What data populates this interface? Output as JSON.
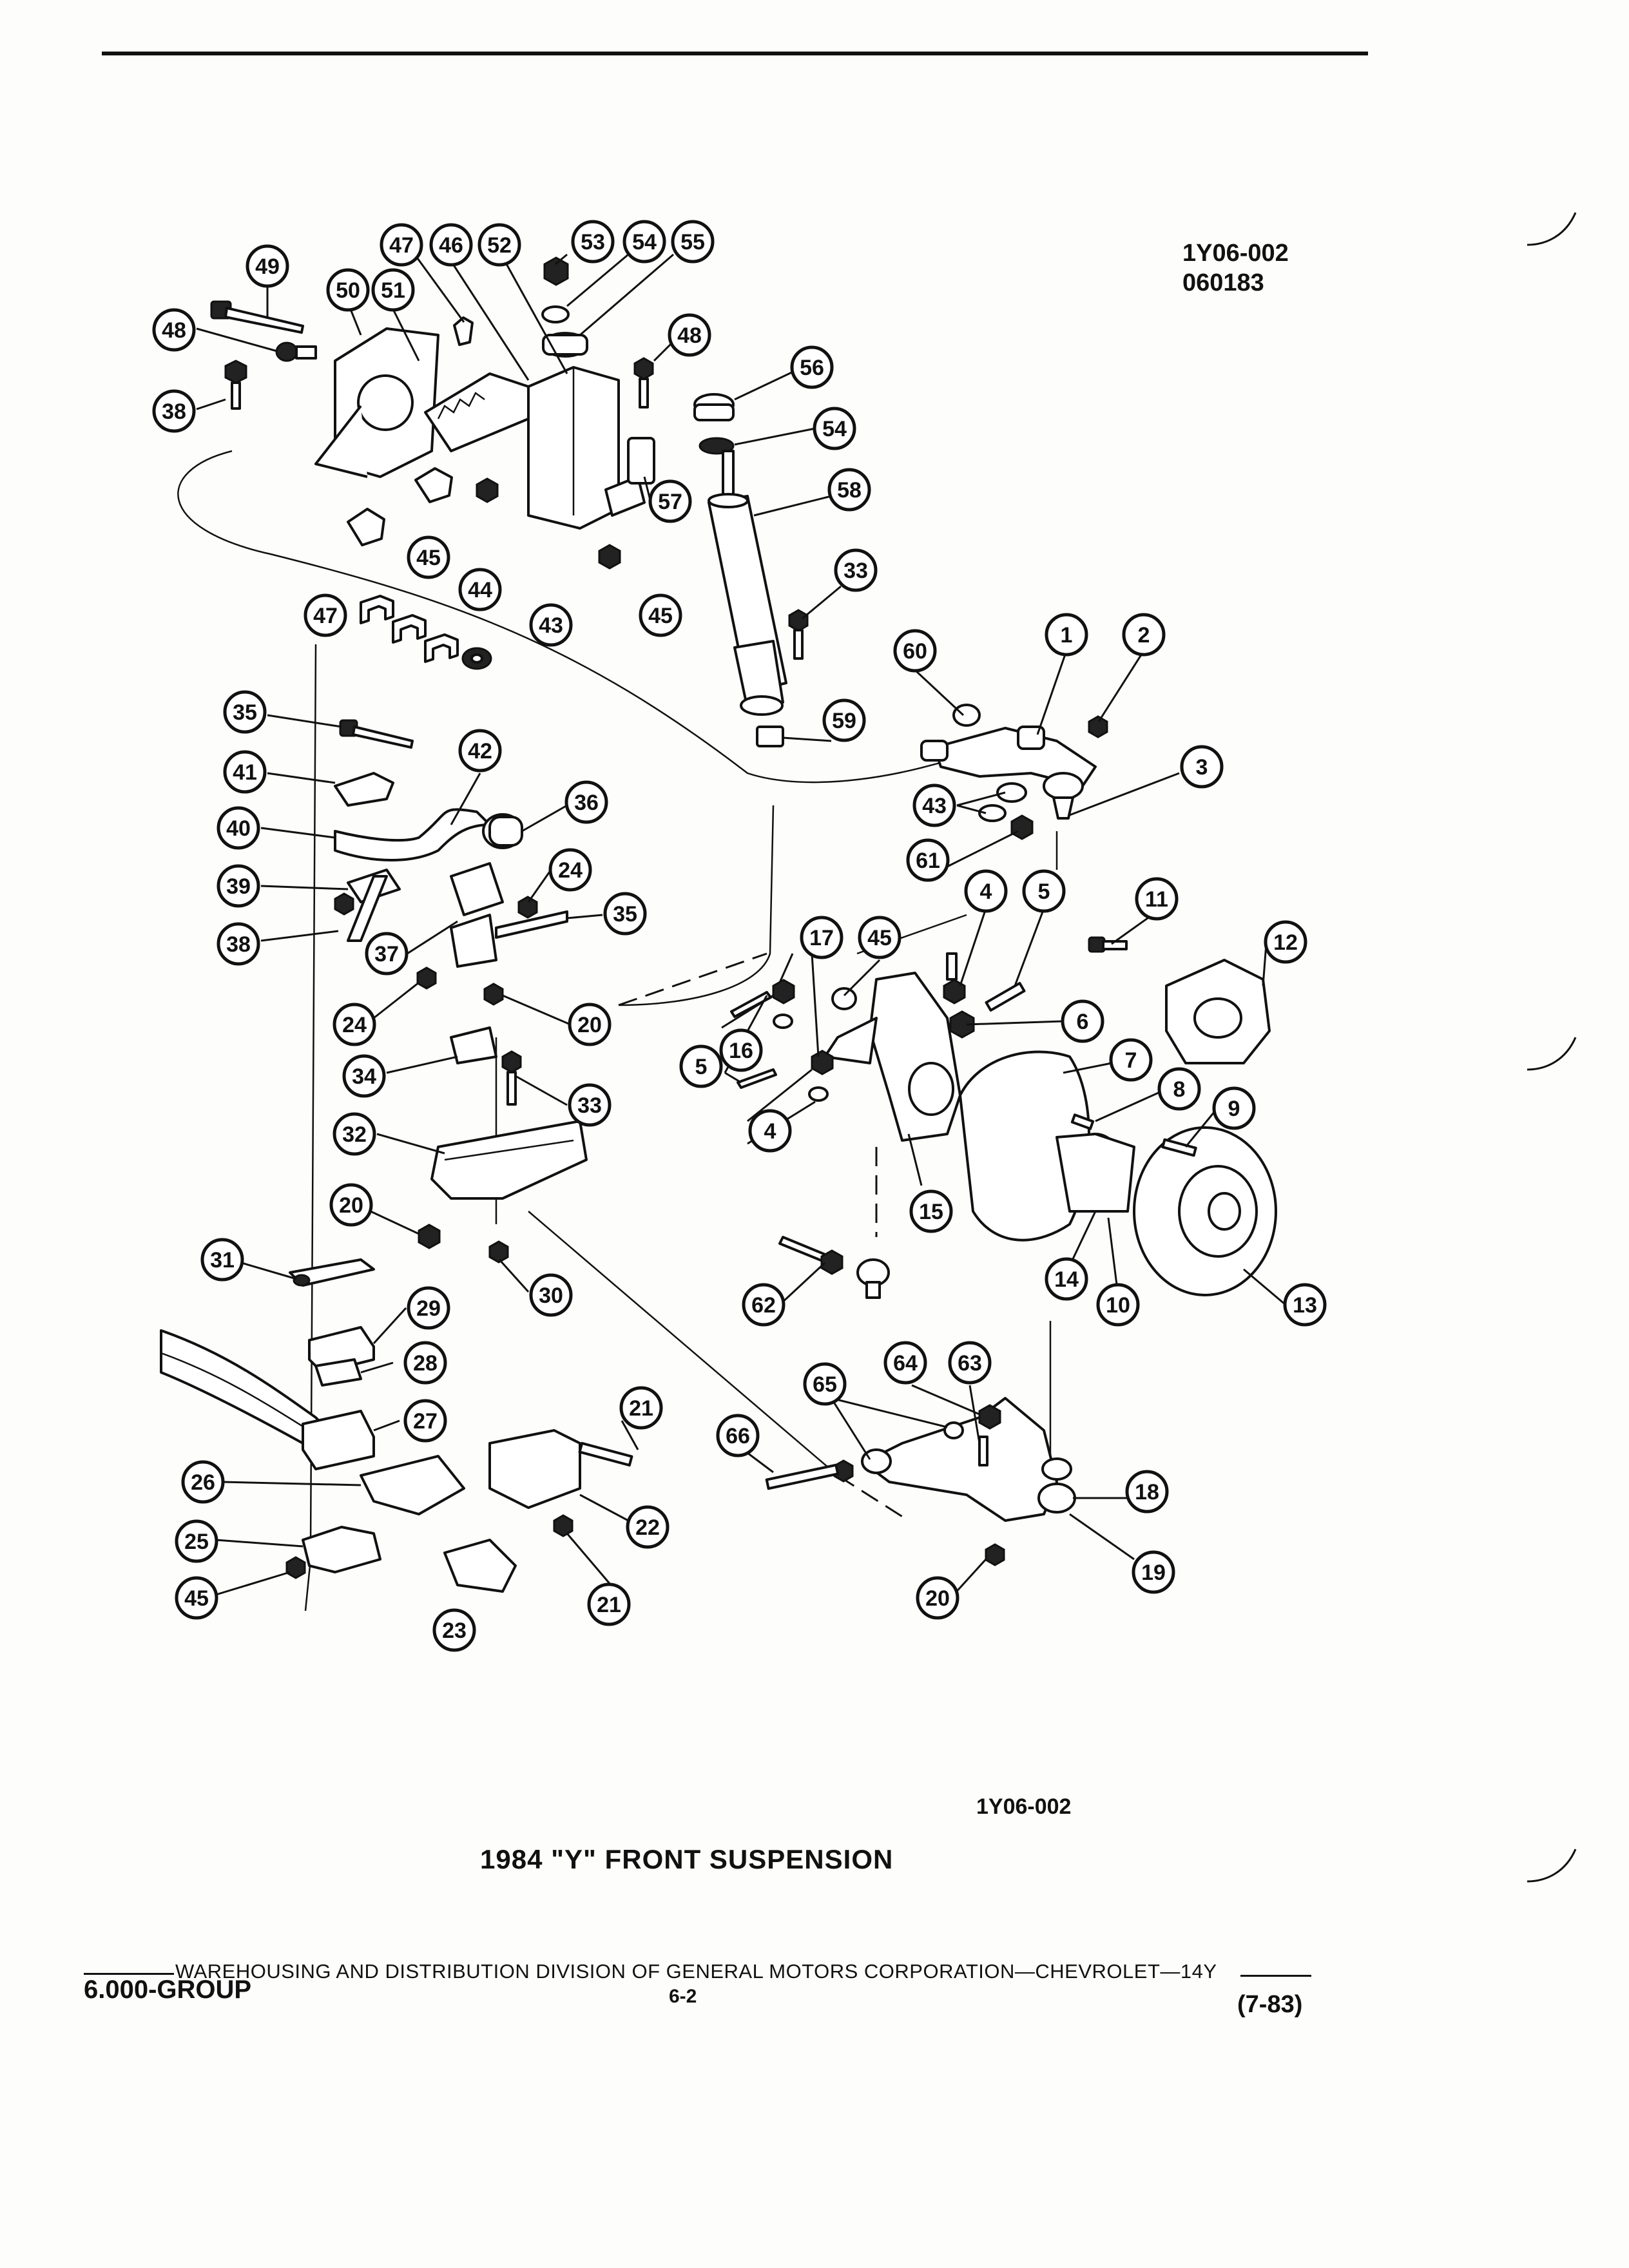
{
  "header": {
    "diagram_code": "1Y06-002",
    "date_code": "060183"
  },
  "figure": {
    "reference_code": "1Y06-002",
    "title": "1984 \"Y\" FRONT SUSPENSION"
  },
  "footer": {
    "division_line": "WAREHOUSING AND DISTRIBUTION DIVISION OF GENERAL MOTORS CORPORATION—CHEVROLET—14Y",
    "group": "6.000-GROUP",
    "page_number": "6-2",
    "revision_date": "(7-83)"
  },
  "callout_numbers": [
    "1",
    "2",
    "3",
    "4",
    "5",
    "6",
    "7",
    "8",
    "9",
    "10",
    "11",
    "12",
    "13",
    "14",
    "15",
    "16",
    "17",
    "18",
    "19",
    "20",
    "21",
    "22",
    "23",
    "24",
    "25",
    "26",
    "27",
    "28",
    "29",
    "30",
    "31",
    "32",
    "33",
    "34",
    "35",
    "36",
    "37",
    "38",
    "39",
    "40",
    "41",
    "42",
    "43",
    "44",
    "45",
    "46",
    "47",
    "48",
    "49",
    "50",
    "51",
    "52",
    "53",
    "54",
    "55",
    "56",
    "57",
    "58",
    "59",
    "60",
    "61",
    "62",
    "63",
    "64",
    "65",
    "66"
  ]
}
